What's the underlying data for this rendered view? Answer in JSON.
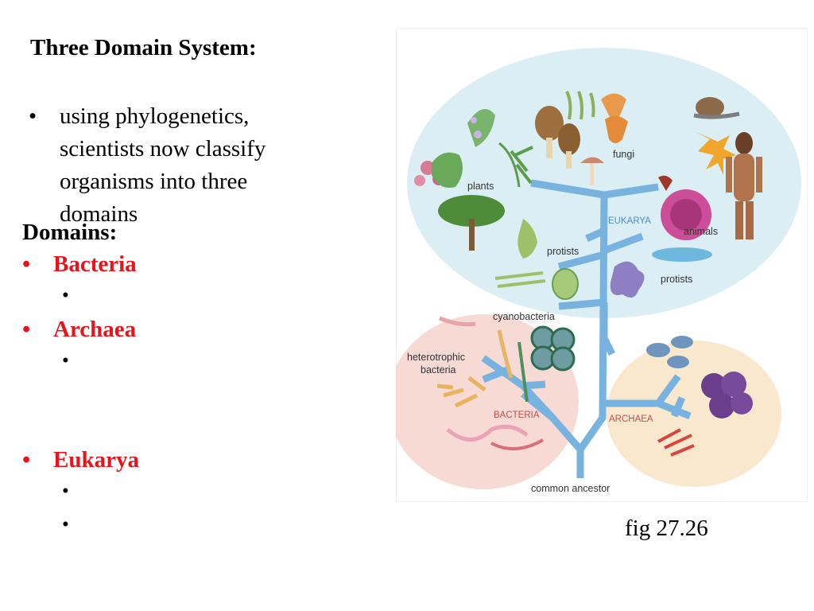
{
  "slide": {
    "title": "Three Domain System:",
    "intro_bullet": "using phylogenetics, scientists now classify organisms into three domains",
    "domains_heading": "Domains:",
    "domains": [
      {
        "name": "Bacteria",
        "sub_bullets": [
          ""
        ]
      },
      {
        "name": "Archaea",
        "sub_bullets": [
          ""
        ]
      },
      {
        "name": "Eukarya",
        "sub_bullets": [
          "",
          ""
        ]
      }
    ],
    "caption": "fig 27.26"
  },
  "figure": {
    "labels": {
      "plants": "plants",
      "fungi": "fungi",
      "eukarya": "EUKARYA",
      "animals": "animals",
      "protists_left": "protists",
      "protists_right": "protists",
      "cyanobacteria": "cyanobacteria",
      "heterotrophic": "heterotrophic",
      "bacteria_lower": "bacteria",
      "bacteria_domain": "BACTERIA",
      "archaea_domain": "ARCHAEA",
      "common_ancestor": "common ancestor"
    },
    "colors": {
      "branch": "#78b3e0",
      "eukarya_zone": "#d3ebf2",
      "bacteria_zone": "#f6d6cf",
      "archaea_zone": "#f8e5c8",
      "domain_label_eukarya": "#4e8fc6",
      "domain_label_prokaryote": "#c0504d"
    }
  }
}
